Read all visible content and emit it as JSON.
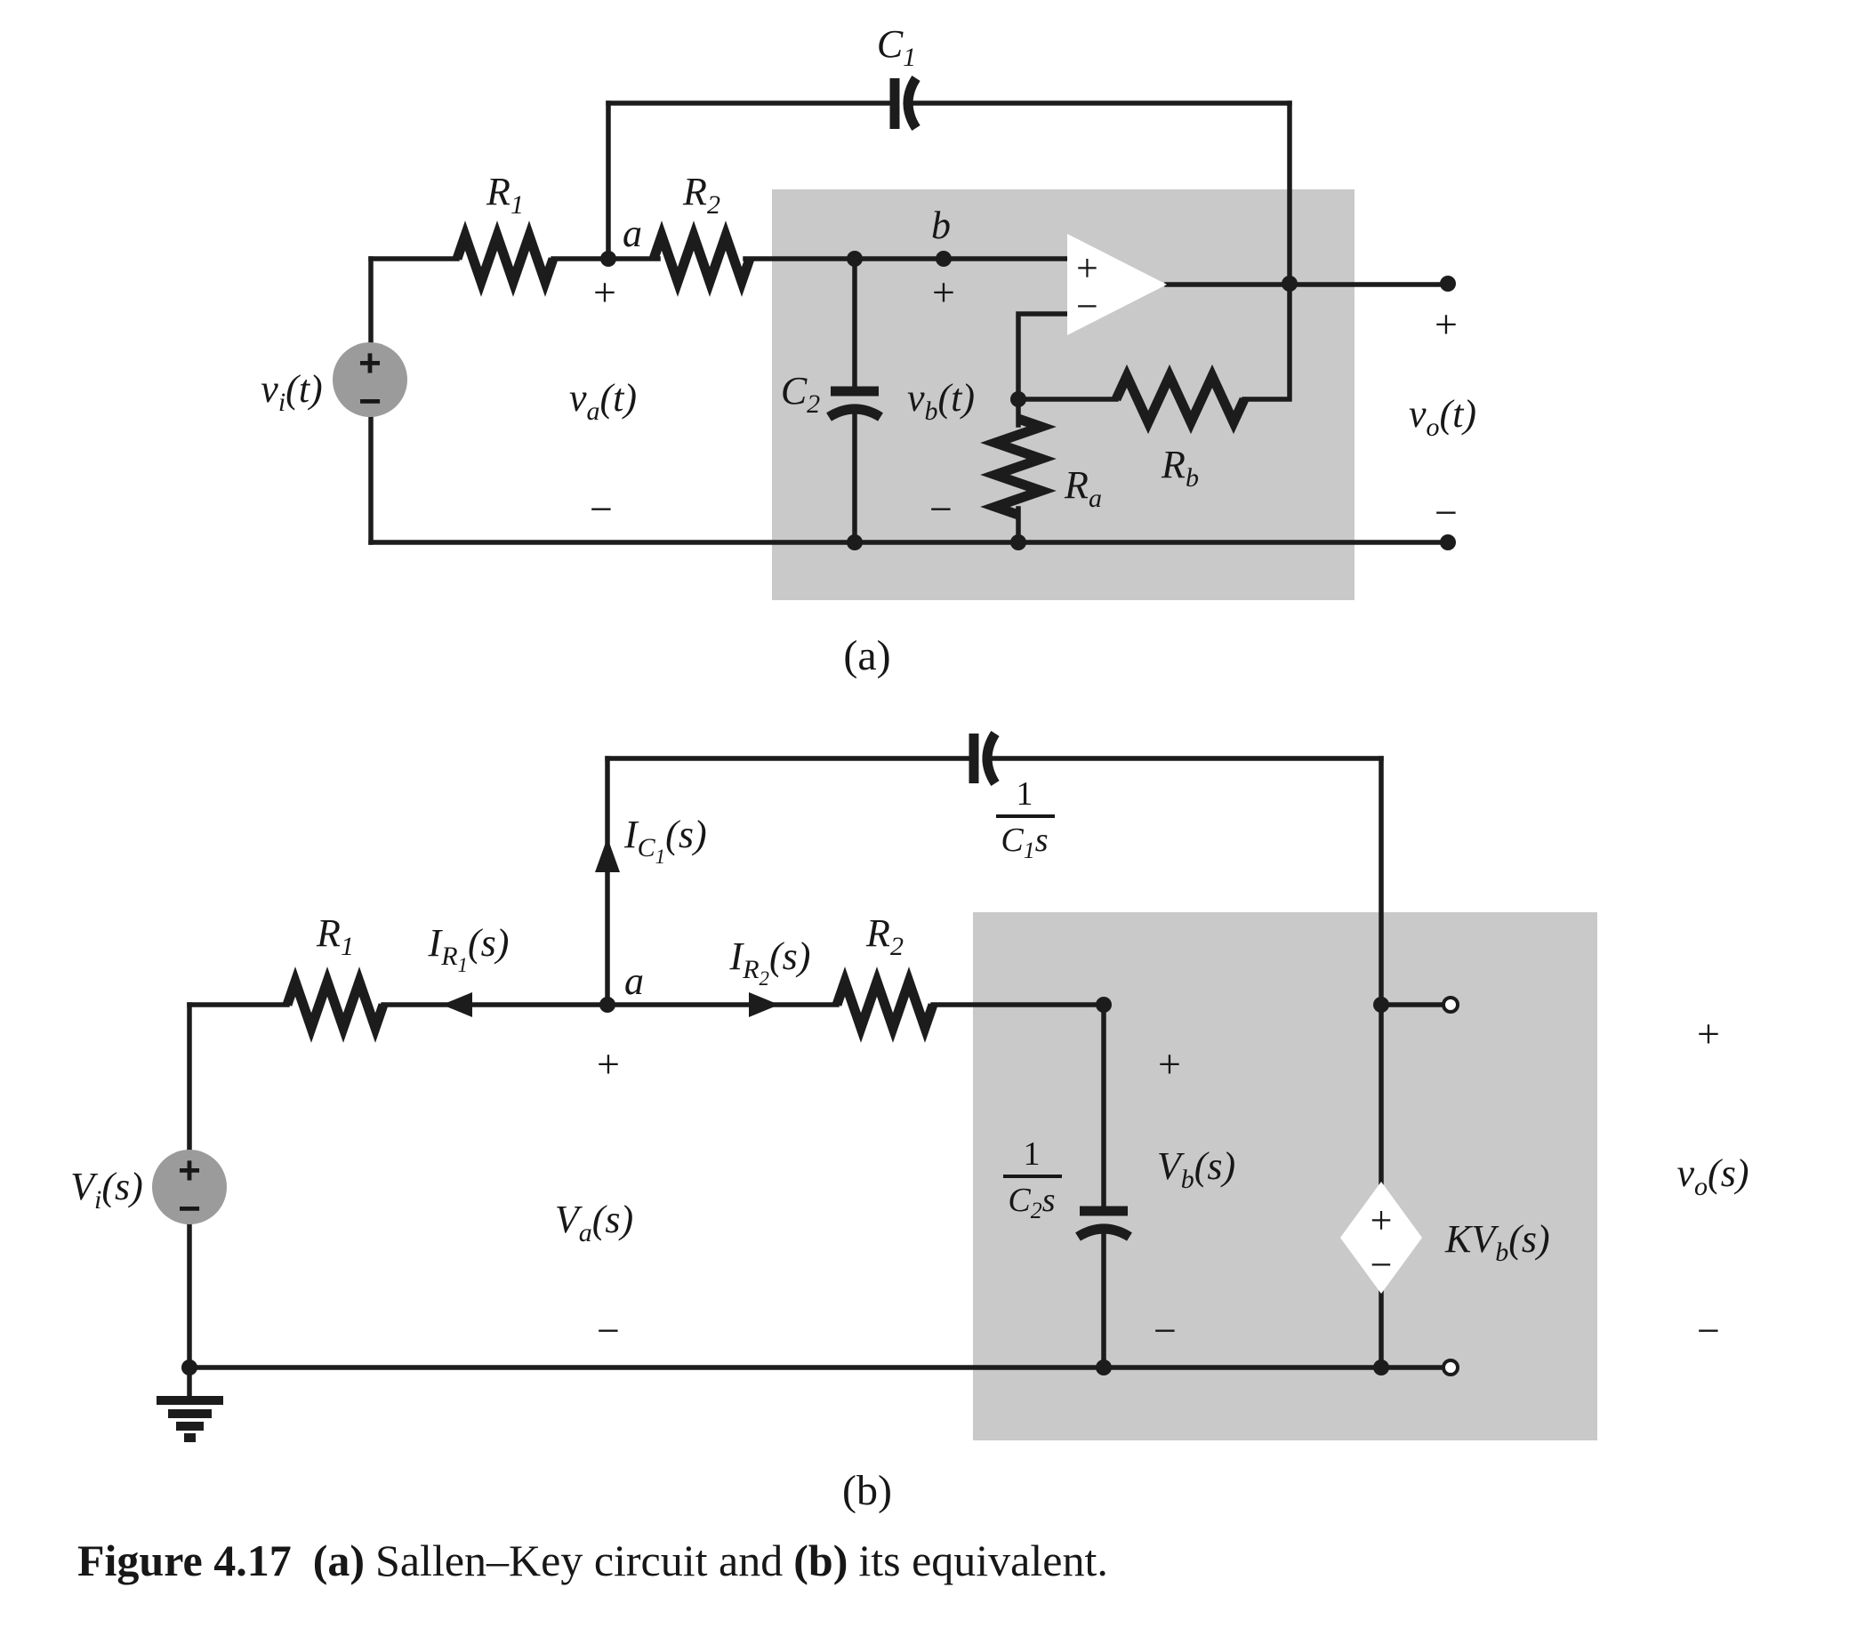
{
  "colors": {
    "wire": "#1c1c1c",
    "shade": "#c9c9c9",
    "source": "#9b9b9b",
    "bg": "#ffffff"
  },
  "signs": {
    "plus": "+",
    "minus": "−"
  },
  "caption": {
    "figure_label": "Figure 4.17",
    "a_tag": "(a)",
    "a_text": "Sallen–Key circuit and",
    "b_tag": "(b)",
    "b_text": "its equivalent."
  },
  "subfig": {
    "a": "(a)",
    "b": "(b)"
  },
  "circuit_a": {
    "c1": {
      "main": "C",
      "sub": "1"
    },
    "c2": {
      "main": "C",
      "sub": "2"
    },
    "r1": {
      "main": "R",
      "sub": "1"
    },
    "r2": {
      "main": "R",
      "sub": "2"
    },
    "ra": {
      "main": "R",
      "sub": "a"
    },
    "rb": {
      "main": "R",
      "sub": "b"
    },
    "node_a": "a",
    "node_b": "b",
    "vi": {
      "main": "v",
      "sub": "i",
      "suffix": "(t)"
    },
    "va": {
      "main": "v",
      "sub": "a",
      "suffix": "(t)"
    },
    "vb": {
      "main": "v",
      "sub": "b",
      "suffix": "(t)"
    },
    "vo": {
      "main": "v",
      "sub": "o",
      "suffix": "(t)"
    },
    "opamp_plus": "+",
    "opamp_minus": "−"
  },
  "circuit_b": {
    "r1": {
      "main": "R",
      "sub": "1"
    },
    "r2": {
      "main": "R",
      "sub": "2"
    },
    "zc1": {
      "num": "1",
      "den_main": "C",
      "den_sub": "1",
      "den_s": "s"
    },
    "zc2": {
      "num": "1",
      "den_main": "C",
      "den_sub": "2",
      "den_s": "s"
    },
    "ic1": {
      "main": "I",
      "sub": "C",
      "subsub": "1",
      "suffix": "(s)"
    },
    "ir1": {
      "main": "I",
      "sub": "R",
      "subsub": "1",
      "suffix": "(s)"
    },
    "ir2": {
      "main": "I",
      "sub": "R",
      "subsub": "2",
      "suffix": "(s)"
    },
    "node_a": "a",
    "vi": {
      "main": "V",
      "sub": "i",
      "suffix": "(s)"
    },
    "va": {
      "main": "V",
      "sub": "a",
      "suffix": "(s)"
    },
    "vb": {
      "main": "V",
      "sub": "b",
      "suffix": "(s)"
    },
    "vo": {
      "main": "v",
      "sub": "o",
      "suffix": "(s)"
    },
    "ksrc": {
      "main": "KV",
      "sub": "b",
      "suffix": "(s)"
    }
  }
}
